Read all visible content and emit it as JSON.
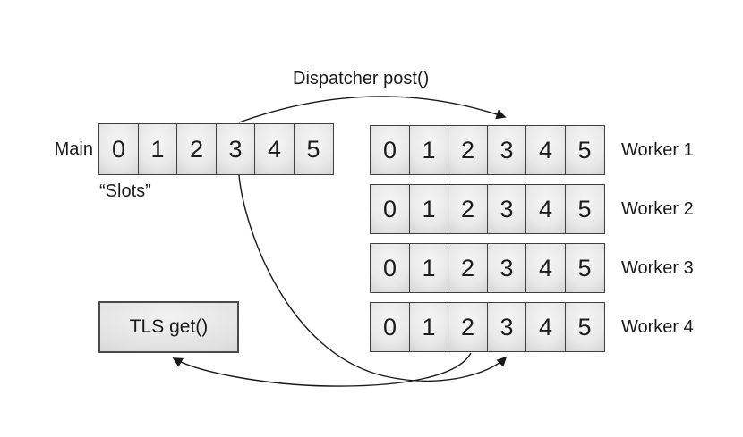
{
  "diagram": {
    "dispatcher_label": "Dispatcher post()",
    "main": {
      "label": "Main",
      "caption": "“Slots”",
      "slots": [
        "0",
        "1",
        "2",
        "3",
        "4",
        "5"
      ]
    },
    "workers": [
      {
        "label": "Worker 1",
        "slots": [
          "0",
          "1",
          "2",
          "3",
          "4",
          "5"
        ]
      },
      {
        "label": "Worker 2",
        "slots": [
          "0",
          "1",
          "2",
          "3",
          "4",
          "5"
        ]
      },
      {
        "label": "Worker 3",
        "slots": [
          "0",
          "1",
          "2",
          "3",
          "4",
          "5"
        ]
      },
      {
        "label": "Worker 4",
        "slots": [
          "0",
          "1",
          "2",
          "3",
          "4",
          "5"
        ]
      }
    ],
    "tls_label": "TLS get()",
    "arrows": [
      {
        "name": "dispatcher-post",
        "from": "main slot 3 top",
        "to": "worker1 slot 3 top"
      },
      {
        "name": "main-to-worker4",
        "from": "main slot 3 bottom",
        "to": "worker4 slot 3 bottom"
      },
      {
        "name": "worker4-to-tls",
        "from": "worker4 slot 2 bottom",
        "to": "tls box bottom"
      }
    ],
    "colors": {
      "background": "#ffffff",
      "cell_border": "#3f3f3f",
      "cell_fill_light": "#f6f6f6",
      "cell_fill_dark": "#b9b9b9",
      "arrow": "#1a1a1a",
      "text": "#1a1a1a"
    }
  }
}
